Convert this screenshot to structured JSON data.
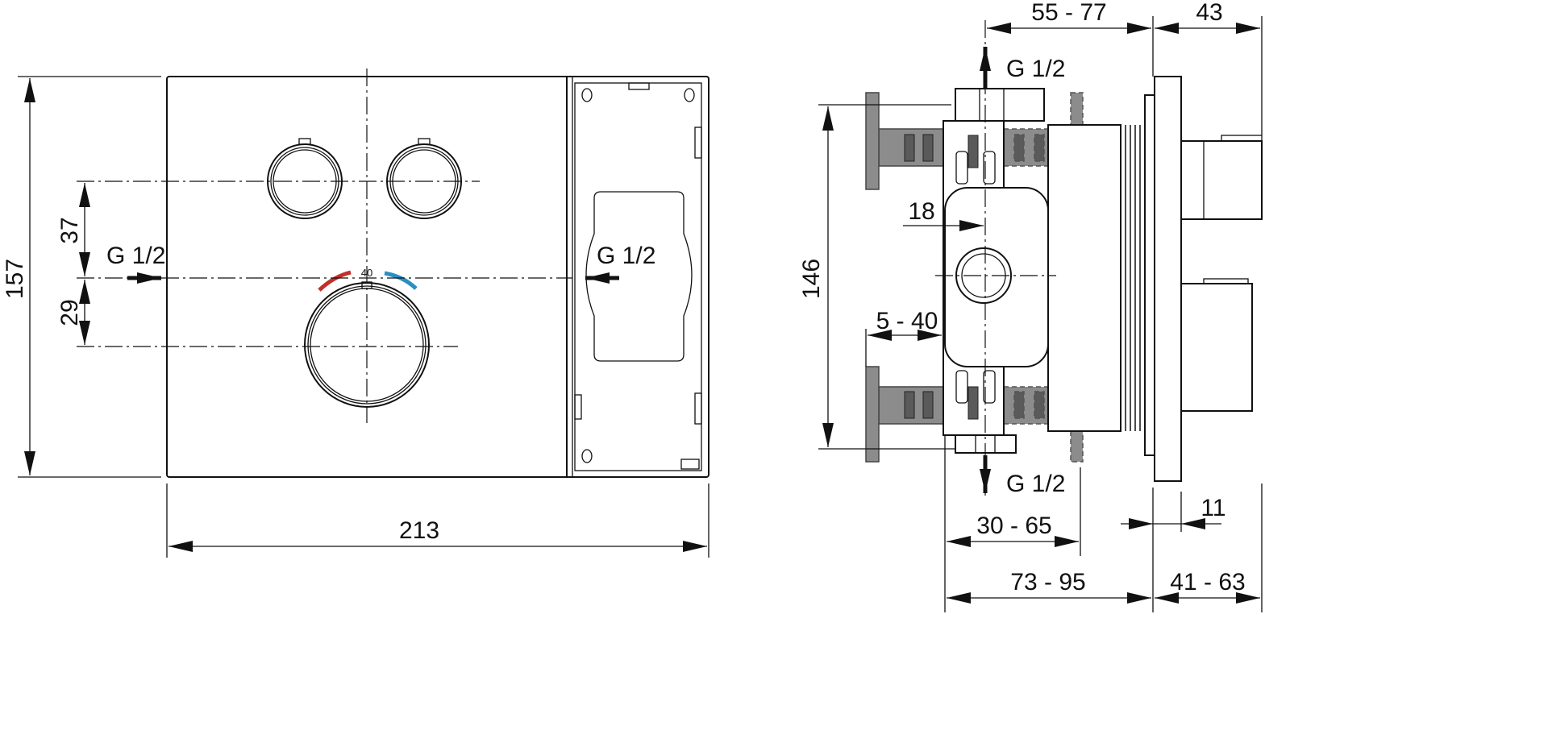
{
  "front_view": {
    "width_label": "213",
    "height_label": "157",
    "upper_offset_label": "37",
    "lower_offset_label": "29",
    "left_inlet_label": "G 1/2",
    "right_inlet_label": "G 1/2",
    "temperature_mark": "40",
    "colors": {
      "hot": "#c0302a",
      "cold": "#2a8fc0"
    }
  },
  "side_view": {
    "top_outlet_label": "G 1/2",
    "bottom_outlet_label": "G 1/2",
    "depth_range_top_label": "55 - 77",
    "cover_depth_label": "43",
    "body_height_label": "146",
    "inlet_offset_label": "18",
    "flange_range_label": "5 - 40",
    "mount_range_label": "30 - 65",
    "install_depth_label": "73 - 95",
    "plate_label": "11",
    "cover_range_label": "41 - 63"
  }
}
